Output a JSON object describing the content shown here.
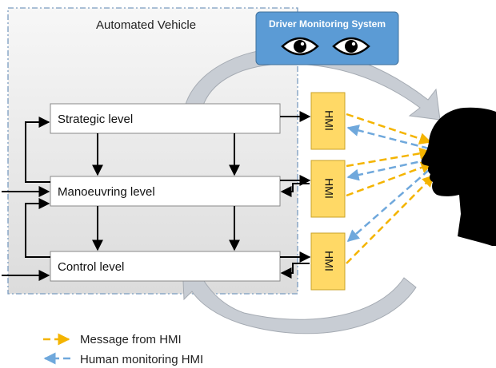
{
  "container": {
    "title": "Automated Vehicle"
  },
  "dms": {
    "title": "Driver Monitoring System"
  },
  "levels": [
    {
      "label": "Strategic level"
    },
    {
      "label": "Manoeuvring level"
    },
    {
      "label": "Control level"
    }
  ],
  "hmi": [
    {
      "label": "HMI"
    },
    {
      "label": "HMI"
    },
    {
      "label": "HMI"
    }
  ],
  "legend": {
    "message": "Message from HMI",
    "monitoring": "Human monitoring HMI"
  },
  "colors": {
    "container_fill": "#f0f0f0",
    "container_border": "#7a9cc0",
    "dms_fill": "#5b9bd5",
    "hmi_fill": "#ffd966",
    "message_arrow": "#f4b400",
    "monitoring_arrow": "#6fa8dc",
    "big_arrow": "#c8cdd4"
  },
  "icons": {
    "eye": "eye-icon",
    "driver": "human-head-silhouette"
  }
}
